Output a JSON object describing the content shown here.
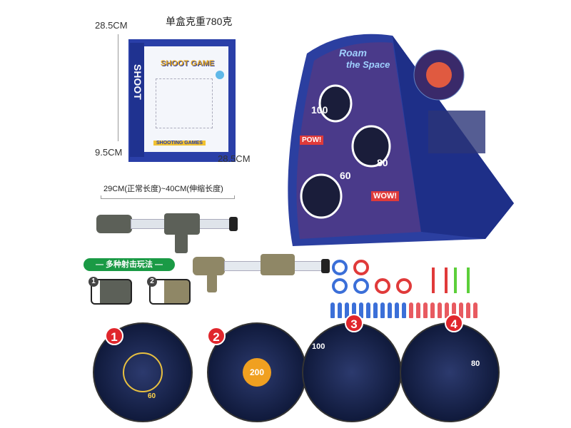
{
  "box": {
    "weight_label": "单盒克重780克",
    "height_label": "28.5CM",
    "depth_label": "9.5CM",
    "width_label": "28.5CM",
    "logo_text": "SHOOT GAME",
    "side_text": "SHOOT",
    "footer_text": "SHOOTING GAMES"
  },
  "gun": {
    "length_label": "29CM(正常长度)~40CM(伸缩长度)",
    "colors": {
      "gray": "#5c6058",
      "khaki": "#8f8766"
    }
  },
  "modes": {
    "title": "— 多种射击玩法 —",
    "insets": [
      "1",
      "2"
    ],
    "accent": "#1a9a45"
  },
  "tent": {
    "title_line1": "Roam",
    "title_line2": "the Space",
    "scores": [
      "100",
      "60",
      "80"
    ],
    "bursts": [
      "POW!",
      "WOW!"
    ],
    "color": "#2b3fa0"
  },
  "targets": [
    {
      "number": "1",
      "score": "60"
    },
    {
      "number": "2",
      "score": "200"
    },
    {
      "number": "3",
      "score": "100"
    },
    {
      "number": "4",
      "score": "80"
    }
  ]
}
